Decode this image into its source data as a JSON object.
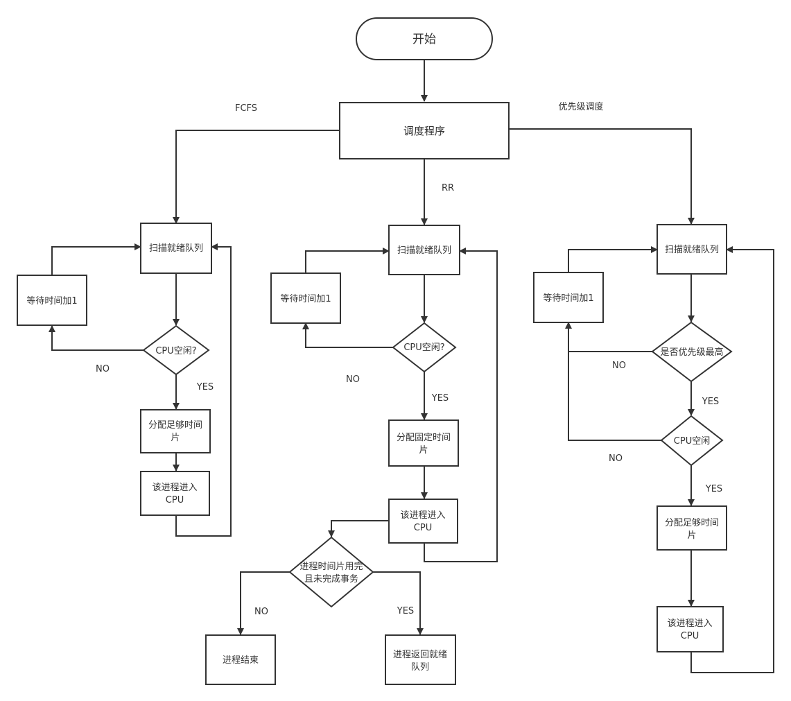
{
  "nodes": {
    "start": "开始",
    "scheduler": "调度程序",
    "fcfs_scan": "扫描就绪队列",
    "fcfs_wait": "等待时间加1",
    "fcfs_cpu_idle": "CPU空闲?",
    "fcfs_alloc_l1": "分配足够时间",
    "fcfs_alloc_l2": "片",
    "fcfs_enter_l1": "该进程进入",
    "fcfs_enter_l2": "CPU",
    "rr_scan": "扫描就绪队列",
    "rr_wait": "等待时间加1",
    "rr_cpu_idle": "CPU空闲?",
    "rr_alloc_l1": "分配固定时间",
    "rr_alloc_l2": "片",
    "rr_enter_l1": "该进程进入",
    "rr_enter_l2": "CPU",
    "rr_check_l1": "进程时间片用完",
    "rr_check_l2": "且未完成事务",
    "rr_end": "进程结束",
    "rr_return_l1": "进程返回就绪",
    "rr_return_l2": "队列",
    "pr_scan": "扫描就绪队列",
    "pr_wait": "等待时间加1",
    "pr_highest": "是否优先级最高",
    "pr_cpu_idle": "CPU空闲",
    "pr_alloc_l1": "分配足够时间",
    "pr_alloc_l2": "片",
    "pr_enter_l1": "该进程进入",
    "pr_enter_l2": "CPU"
  },
  "edge_labels": {
    "fcfs": "FCFS",
    "rr": "RR",
    "priority": "优先级调度",
    "fcfs_no": "NO",
    "fcfs_yes": "YES",
    "rr_no": "NO",
    "rr_yes": "YES",
    "rr_check_no": "NO",
    "rr_check_yes": "YES",
    "pr_no_1": "NO",
    "pr_yes_1": "YES",
    "pr_no_2": "NO",
    "pr_yes_2": "YES"
  }
}
